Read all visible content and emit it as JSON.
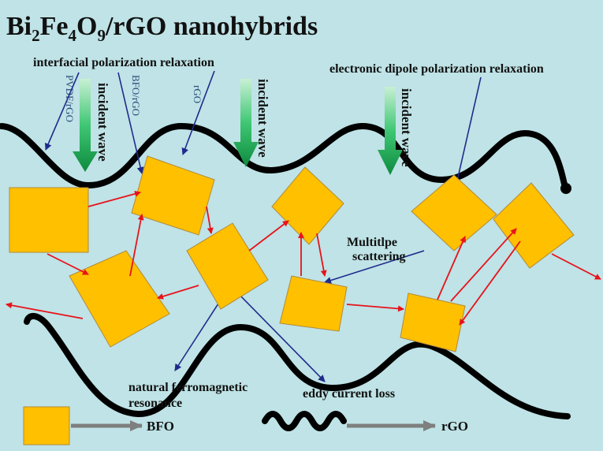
{
  "title": {
    "main": "Bi",
    "sub1": "2",
    "mid": "Fe",
    "sub2": "4",
    "o": "O",
    "sub3": "9",
    "rest": "/rGO nanohybrids"
  },
  "labels": {
    "interfacial": "interfacial polarization relaxation",
    "electronic": "electronic dipole polarization relaxation",
    "pvdf_rgo": "PVDF/rGO",
    "bfo_rgo": "BFO/rGO",
    "rgo_small": "rGO",
    "incident": "incident wave",
    "multiple_1": "Multitlpe",
    "multiple_2": "scattering",
    "natural_1": "natural ferromagnetic",
    "natural_2": "resonance",
    "eddy": "eddy current loss"
  },
  "legend": {
    "bfo": "BFO",
    "rgo": "rGO"
  },
  "colors": {
    "background": "#bfe3e6",
    "square": "#ffc000",
    "square_edge": "#b08a3a",
    "red_arrow": "#e8121a",
    "blue_arrow": "#1f2a8c",
    "wave_line": "#000000",
    "incident_green": "#1eb85a",
    "legend_arrow": "#7f7f7f"
  }
}
